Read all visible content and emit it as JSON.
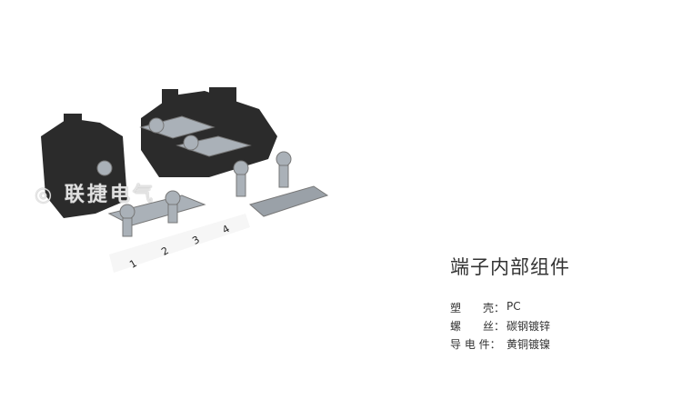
{
  "product": {
    "title": "端子内部组件",
    "specs": [
      {
        "label": "塑　　壳：",
        "value": "PC"
      },
      {
        "label": "螺　　丝：",
        "value": "碳钢镀锌"
      },
      {
        "label": "导  电  件：",
        "value": "黄铜镀镍"
      }
    ],
    "position_labels": [
      "1",
      "2",
      "3",
      "4"
    ],
    "watermark": "联捷电气"
  },
  "colors": {
    "housing": "#2a2a2a",
    "metal": "#a9b0b7",
    "text": "#333333"
  }
}
